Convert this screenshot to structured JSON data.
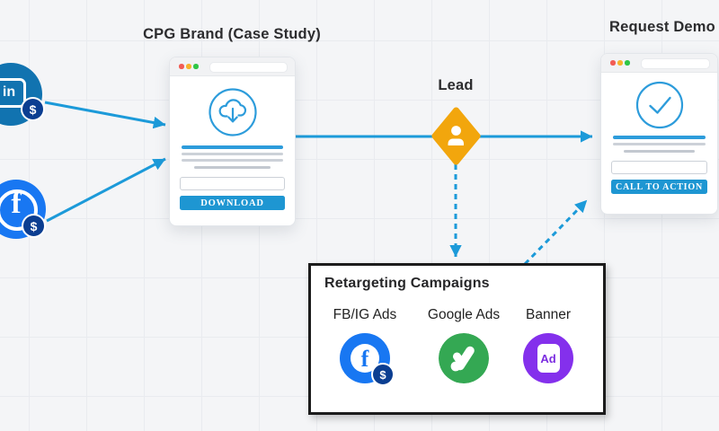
{
  "titles": {
    "cpg_window": "CPG Brand (Case Study)",
    "request_window": "Request Demo",
    "lead": "Lead"
  },
  "cpg_window": {
    "button_label": "DOWNLOAD"
  },
  "request_window": {
    "button_label": "CALL TO ACTION"
  },
  "sources": {
    "linkedin": {
      "glyph": "in",
      "badge": "$"
    },
    "facebook": {
      "glyph": "f",
      "badge": "$"
    }
  },
  "retargeting": {
    "title": "Retargeting Campaigns",
    "channels": [
      {
        "label": "FB/IG Ads",
        "icon": "facebook-dollar-icon",
        "glyph": "f",
        "badge": "$"
      },
      {
        "label": "Google Ads",
        "icon": "google-ads-icon"
      },
      {
        "label": "Banner",
        "icon": "ad-banner-icon",
        "glyph": "Ad"
      }
    ]
  },
  "colors": {
    "accent_blue": "#1c9ad9",
    "button_blue": "#1e96d2",
    "diamond_amber": "#f2a60d",
    "facebook_blue": "#1877f2",
    "linkedin_blue": "#1173b0",
    "dollar_navy": "#0b3e91",
    "google_green": "#34a853",
    "banner_purple": "#8430ec"
  }
}
